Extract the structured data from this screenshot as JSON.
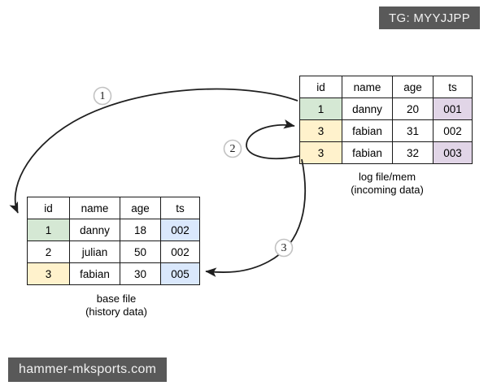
{
  "watermarks": {
    "top_right": "TG: MYYJJPP",
    "bottom_left": "hammer-mksports.com"
  },
  "log_table": {
    "caption": "log file/mem\n(incoming data)",
    "columns": [
      "id",
      "name",
      "age",
      "ts"
    ],
    "rows": [
      {
        "id": "1",
        "name": "danny",
        "age": "20",
        "ts": "001"
      },
      {
        "id": "3",
        "name": "fabian",
        "age": "31",
        "ts": "002"
      },
      {
        "id": "3",
        "name": "fabian",
        "age": "32",
        "ts": "003"
      }
    ]
  },
  "base_table": {
    "caption": "base file\n(history data)",
    "columns": [
      "id",
      "name",
      "age",
      "ts"
    ],
    "rows": [
      {
        "id": "1",
        "name": "danny",
        "age": "18",
        "ts": "002"
      },
      {
        "id": "2",
        "name": "julian",
        "age": "50",
        "ts": "002"
      },
      {
        "id": "3",
        "name": "fabian",
        "age": "30",
        "ts": "005"
      }
    ]
  },
  "markers": [
    {
      "label": "1"
    },
    {
      "label": "2"
    },
    {
      "label": "3"
    }
  ],
  "colors": {
    "green": "#d5e8d4",
    "yellow": "#fff2cc",
    "purple": "#e1d5e7",
    "blue": "#dae8fc",
    "stroke": "#1f1f1f",
    "watermark_bg": "#595959"
  }
}
